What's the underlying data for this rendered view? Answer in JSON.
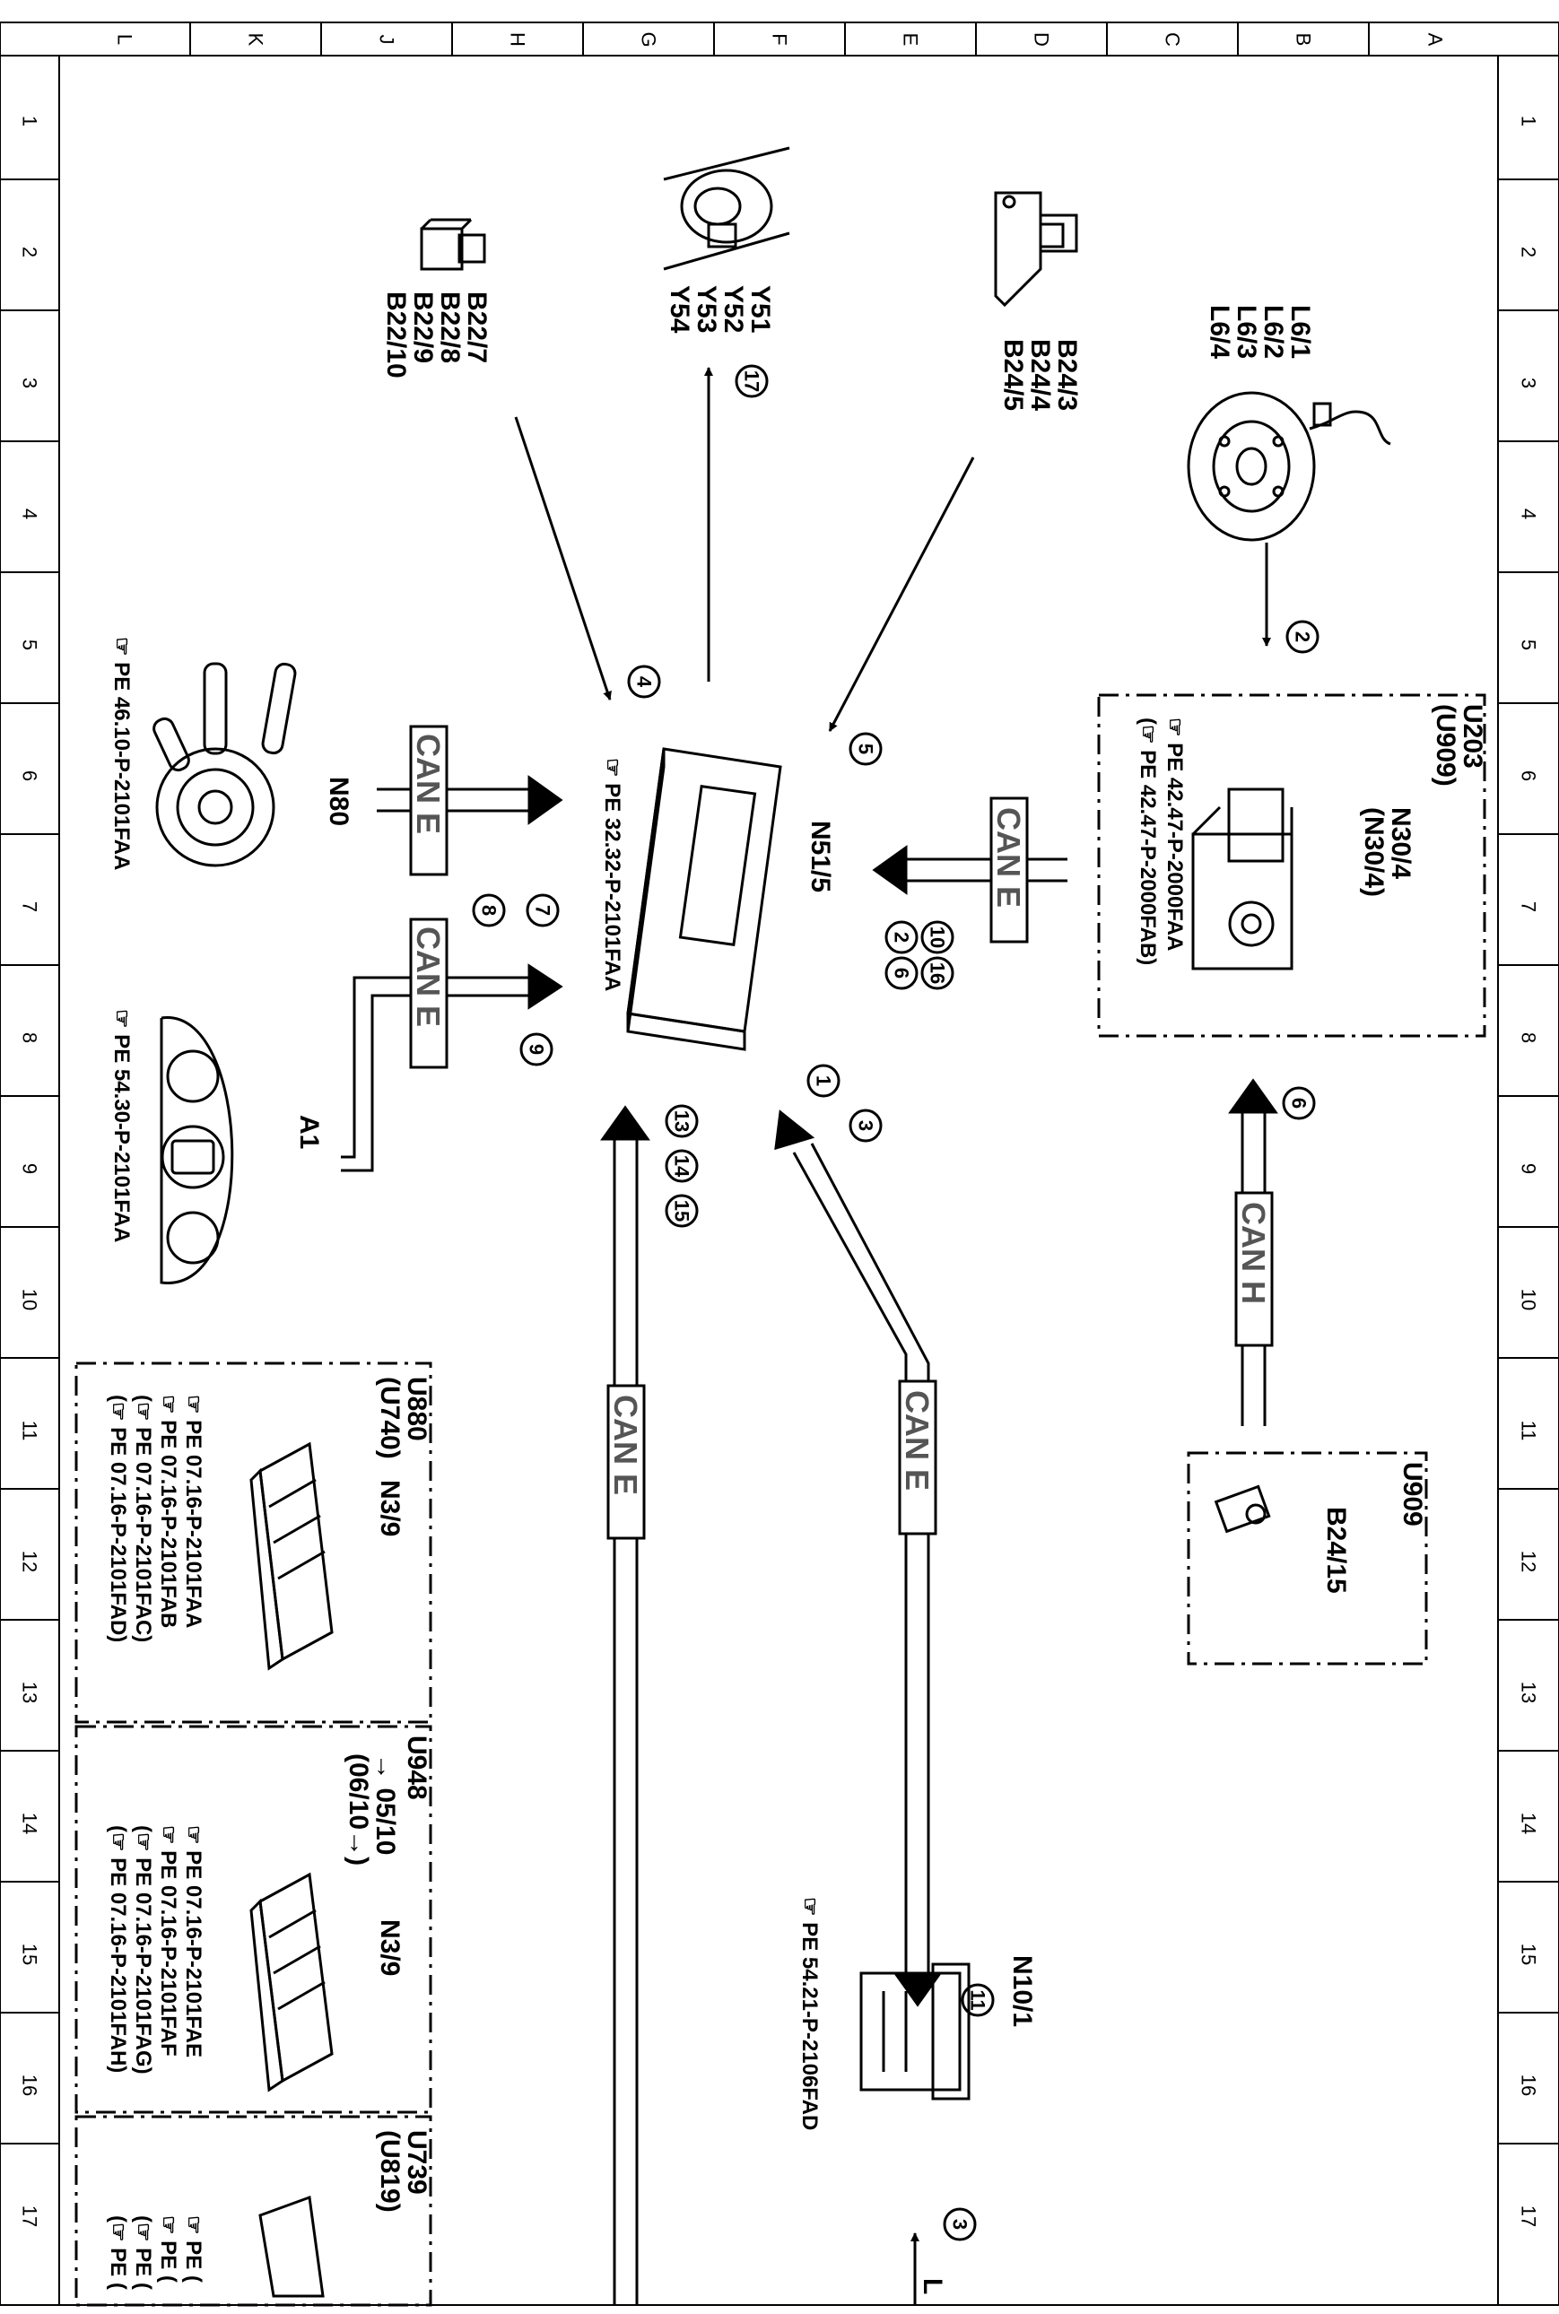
{
  "grid": {
    "top_letters": [
      "L",
      "K",
      "J",
      "H",
      "G",
      "F",
      "E",
      "D",
      "C",
      "B",
      "A"
    ],
    "side_numbers": [
      "1",
      "2",
      "3",
      "4",
      "5",
      "6",
      "7",
      "8",
      "9",
      "10",
      "11",
      "12",
      "13",
      "14",
      "15",
      "16",
      "17"
    ]
  },
  "components": {
    "l6": [
      "L6/1",
      "L6/2",
      "L6/3",
      "L6/4"
    ],
    "b24": [
      "B24/3",
      "B24/4",
      "B24/5"
    ],
    "y5x": [
      "Y51",
      "Y52",
      "Y53",
      "Y54"
    ],
    "b22": [
      "B22/7",
      "B22/8",
      "B22/9",
      "B22/10"
    ],
    "u203_box": {
      "title": "U203",
      "subtitle": "(U909)",
      "name": "N30/4",
      "name2": "(N30/4)",
      "refs": [
        "☞ PE 42.47-P-2000FAA",
        "(☞ PE 42.47-P-2000FAB)"
      ]
    },
    "n51": {
      "name": "N51/5",
      "ref": "☞ PE 32.32-P-2101FAA"
    },
    "n80": {
      "name": "N80",
      "ref": "☞ PE 46.10-P-2101FAA"
    },
    "a1": {
      "name": "A1",
      "ref": "☞ PE 54.30-P-2101FAA"
    },
    "u909_box": {
      "title": "U909",
      "name": "B24/15"
    },
    "u880_box": {
      "title": "U880",
      "subtitle": "(U740)",
      "name": "N3/9",
      "refs": [
        "☞ PE 07.16-P-2101FAA",
        "☞ PE 07.16-P-2101FAB",
        "(☞ PE 07.16-P-2101FAC)",
        "(☞ PE 07.16-P-2101FAD)"
      ]
    },
    "u948_box": {
      "title": "U948",
      "sub1": "→ 05/10",
      "sub2": "(06/10→)",
      "name": "N3/9",
      "refs": [
        "☞ PE 07.16-P-2101FAE",
        "☞ PE 07.16-P-2101FAF",
        "(☞ PE 07.16-P-2101FAG)",
        "(☞ PE 07.16-P-2101FAH)"
      ]
    },
    "u739_box": {
      "title": "U739",
      "subtitle": "(U819)",
      "refs": [
        "☞ PE (",
        "☞ PE (",
        "(☞ PE (",
        "(☞ PE ("
      ]
    },
    "n10": {
      "name": "N10/1",
      "ref": "☞ PE 54.21-P-2106FAD"
    }
  },
  "buses": {
    "can_e": "CAN E",
    "can_h": "CAN H"
  },
  "markers": {
    "m2": "2",
    "m17": "17",
    "m4": "4",
    "m5": "5",
    "m10": "10",
    "m16": "16",
    "m2b": "2",
    "m6": "6",
    "m7": "7",
    "m8": "8",
    "m9": "9",
    "m6b": "6",
    "m1": "1",
    "m3": "3",
    "m13": "13",
    "m14": "14",
    "m15": "15",
    "m11": "11",
    "m3b": "3"
  },
  "edge_letter": "L"
}
